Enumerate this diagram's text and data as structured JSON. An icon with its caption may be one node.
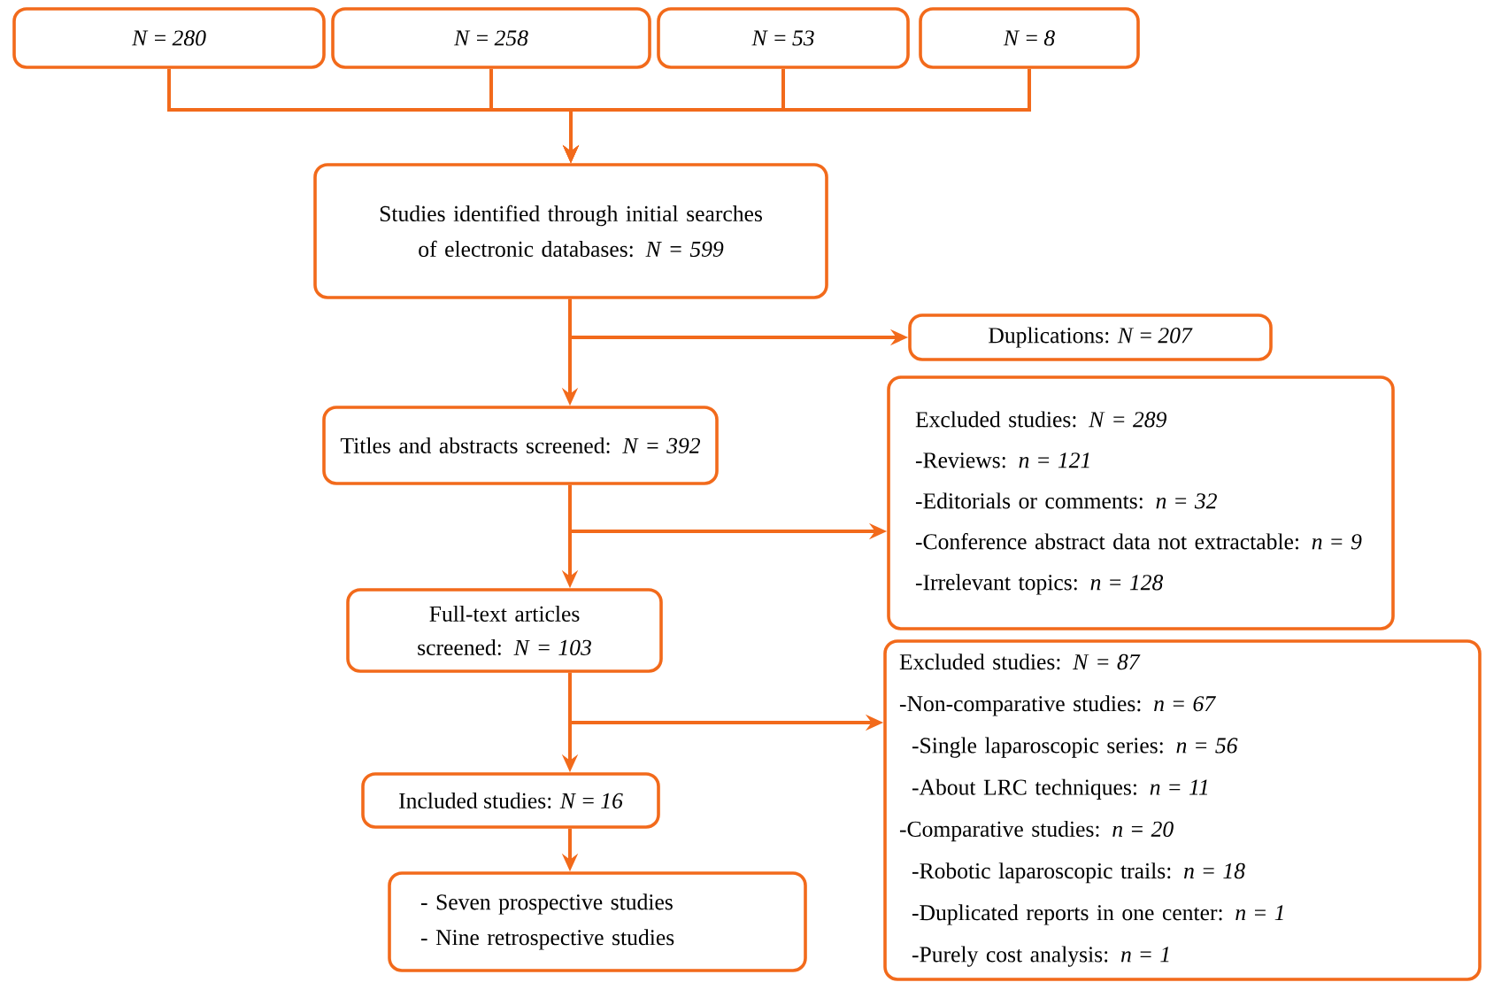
{
  "diagram": {
    "nodes": [
      {
        "text": [
          "*N* = *280*"
        ]
      },
      {
        "text": [
          "*N* = *258*"
        ]
      },
      {
        "text": [
          "*N* = *53*"
        ]
      },
      {
        "text": [
          "*N* = *8*"
        ]
      },
      {
        "text": [
          "Studies identified through initial searches of electronic databases: *N* = *599*"
        ]
      },
      {
        "text": [
          "Duplications: *N* = *207*"
        ]
      },
      {
        "text": [
          "Titles and abstracts screened: *N* = *392*"
        ]
      },
      {
        "text": [
          "Excluded studies: *N* = *289*",
          "-Reviews: *n* = *121*",
          "-Editorials or comments: *n* = *32*",
          "-Conference abstract data not extractable: *n* = *9*",
          "-Irrelevant topics: *n* = *128*"
        ]
      },
      {
        "text": [
          "Full-text articles screened: *N* = *103*"
        ]
      },
      {
        "text": [
          "Excluded studies: *N* = *87*",
          "-Non-comparative studies: *n* = *67*",
          "-Single laparoscopic series: *n* = *56*",
          "-About LRC techniques: *n* = *11*",
          "-Comparative studies: *n* = *20*",
          "-Robotic laparoscopic trails: *n* = *18*",
          "-Duplicated reports in one center: *n* = *1*",
          "-Purely cost analysis: *n* = *1*"
        ]
      },
      {
        "text": [
          "Included studies: *N* = *16*"
        ]
      },
      {
        "text": [
          "- Seven prospective studies",
          "- Nine retrospective studies"
        ]
      }
    ],
    "edges": [
      {
        "from": 0,
        "to": 4,
        "arrow": "to"
      },
      {
        "from": 1,
        "to": 4,
        "arrow": "to"
      },
      {
        "from": 2,
        "to": 4,
        "arrow": "to"
      },
      {
        "from": 3,
        "to": 4,
        "arrow": "to"
      },
      {
        "from": 4,
        "to": 5,
        "arrow": "to"
      },
      {
        "from": 4,
        "to": 6,
        "arrow": "to"
      },
      {
        "from": 6,
        "to": 7,
        "arrow": "to"
      },
      {
        "from": 6,
        "to": 8,
        "arrow": "to"
      },
      {
        "from": 8,
        "to": 9,
        "arrow": "to"
      },
      {
        "from": 8,
        "to": 10,
        "arrow": "to"
      },
      {
        "from": 10,
        "to": 11,
        "arrow": "to"
      }
    ]
  }
}
